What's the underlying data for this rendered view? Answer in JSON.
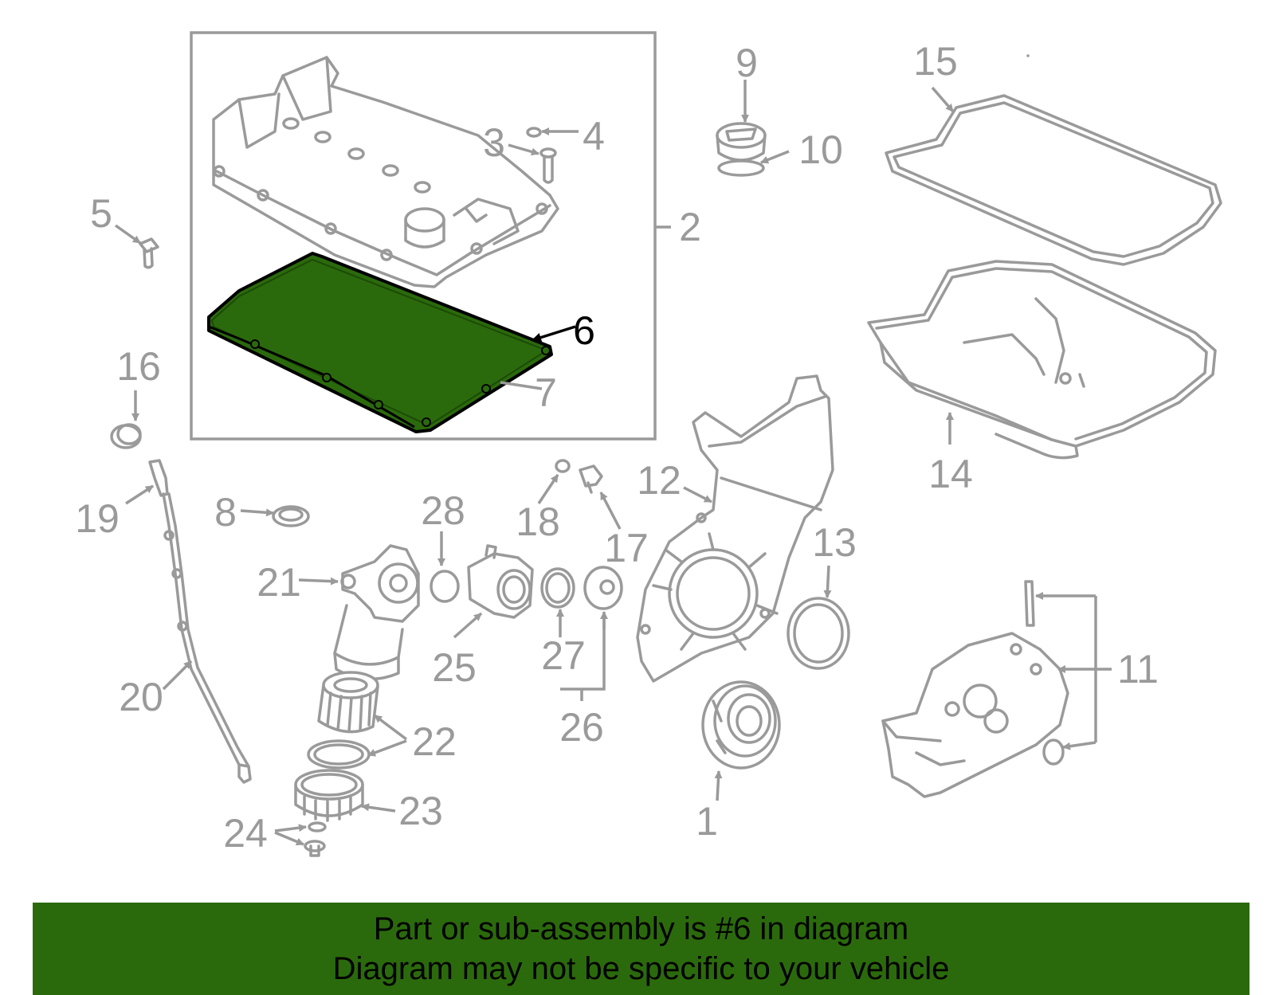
{
  "colors": {
    "line": "#9a9a9a",
    "highlight_fill": "#2b6a0c",
    "banner_bg": "#2b6a0c",
    "banner_text": "#000000",
    "highlight_callout": "#000000"
  },
  "highlighted_part": "6",
  "callouts": {
    "c1": "1",
    "c2": "2",
    "c3": "3",
    "c4": "4",
    "c5": "5",
    "c6": "6",
    "c7": "7",
    "c8": "8",
    "c9": "9",
    "c10": "10",
    "c11": "11",
    "c12": "12",
    "c13": "13",
    "c14": "14",
    "c15": "15",
    "c16": "16",
    "c17": "17",
    "c18": "18",
    "c19": "19",
    "c20": "20",
    "c21": "21",
    "c22": "22",
    "c23": "23",
    "c24": "24",
    "c25": "25",
    "c26": "26",
    "c27": "27",
    "c28": "28"
  },
  "banner": {
    "line1": "Part or sub-assembly is #6 in diagram",
    "line2": "Diagram may not be specific to your vehicle"
  }
}
